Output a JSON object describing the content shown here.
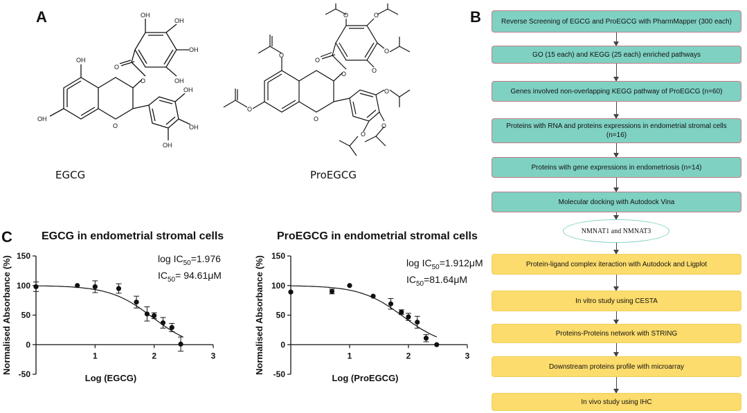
{
  "panels": {
    "a": "A",
    "b": "B",
    "c": "C"
  },
  "molecules": {
    "egcg_label": "EGCG",
    "proegcg_label": "ProEGCG",
    "oh": "OH",
    "o": "O"
  },
  "flowchart": {
    "steps": [
      "Reverse Screening of EGCG and ProEGCG with PharmMapper (300 each)",
      "GO (15 each) and KEGG (25 each) enriched pathways",
      "Genes involved non-overlapping KEGG pathway of ProEGCG (n=60)",
      "Proteins with RNA and proteins expressions in endometrial stromal cells (n=16)",
      "Proteins with gene expressions in endometriosis (n=14)",
      "Molecular docking with Autodock Vina"
    ],
    "oval": "NMNAT1 and NMNAT3",
    "yellow_steps": [
      "Protein-ligand complex iteraction with Autodock and Ligplot",
      "In vitro study using CESTA",
      "Proteins-Proteins network with STRING",
      "Downstream proteins profile with microarray",
      "In vivo study using IHC"
    ],
    "colors": {
      "teal": "#7fd1c2",
      "yellow": "#fcdc6c",
      "border": "#c27a85"
    }
  },
  "charts": {
    "c1": {
      "title": "EGCG in endometrial stromal cells",
      "log_ic50_prefix": "log IC",
      "sub": "50",
      "log_ic50_value": "=1.976",
      "ic50_prefix": "IC",
      "ic50_value": "= 94.61μM"
    },
    "c2": {
      "title": "ProEGCG in endometrial stromal cells",
      "log_ic50_prefix": "log IC",
      "sub": "50",
      "log_ic50_value": "=1.912μM",
      "ic50_prefix": "IC",
      "ic50_value": "=81.64μM"
    }
  },
  "chart_data": [
    {
      "type": "scatter",
      "title": "EGCG in endometrial stromal cells",
      "xlabel": "Log (EGCG)",
      "ylabel": "Normalised Absorbance (%)",
      "xlim": [
        0,
        3
      ],
      "ylim": [
        -50,
        150
      ],
      "x_ticks": [
        "1",
        "2",
        "3"
      ],
      "y_ticks": [
        "-50",
        "0",
        "50",
        "100",
        "150"
      ],
      "x": [
        0.0,
        0.7,
        1.0,
        1.4,
        1.7,
        1.88,
        2.0,
        2.15,
        2.3,
        2.45
      ],
      "y": [
        98,
        100,
        98,
        95,
        72,
        52,
        49,
        37,
        29,
        1
      ],
      "err": [
        8,
        0,
        10,
        8,
        10,
        12,
        5,
        9,
        7,
        12
      ],
      "fit": {
        "model": "sigmoid",
        "top": 100,
        "bottom": -8,
        "log_ic50": 1.976,
        "hill": 1.2,
        "x_range": [
          0,
          2.48
        ]
      }
    },
    {
      "type": "scatter",
      "title": "ProEGCG in endometrial stromal cells",
      "xlabel": "Log (ProEGCG)",
      "ylabel": "Normalised Absorbance (%)",
      "xlim": [
        0,
        3
      ],
      "ylim": [
        -50,
        150
      ],
      "x_ticks": [
        "1",
        "2",
        "3"
      ],
      "y_ticks": [
        "-50",
        "0",
        "50",
        "100",
        "150"
      ],
      "x": [
        0.0,
        0.7,
        1.0,
        1.4,
        1.7,
        1.88,
        2.0,
        2.15,
        2.3,
        2.48
      ],
      "y": [
        89,
        90,
        100,
        82,
        69,
        55,
        47,
        38,
        11,
        0
      ],
      "err": [
        0,
        4,
        0,
        0,
        9,
        4,
        6,
        10,
        6,
        0
      ],
      "fit": {
        "model": "sigmoid",
        "top": 100,
        "bottom": -5,
        "log_ic50": 1.912,
        "hill": 1.2,
        "x_range": [
          0,
          2.48
        ]
      }
    }
  ]
}
